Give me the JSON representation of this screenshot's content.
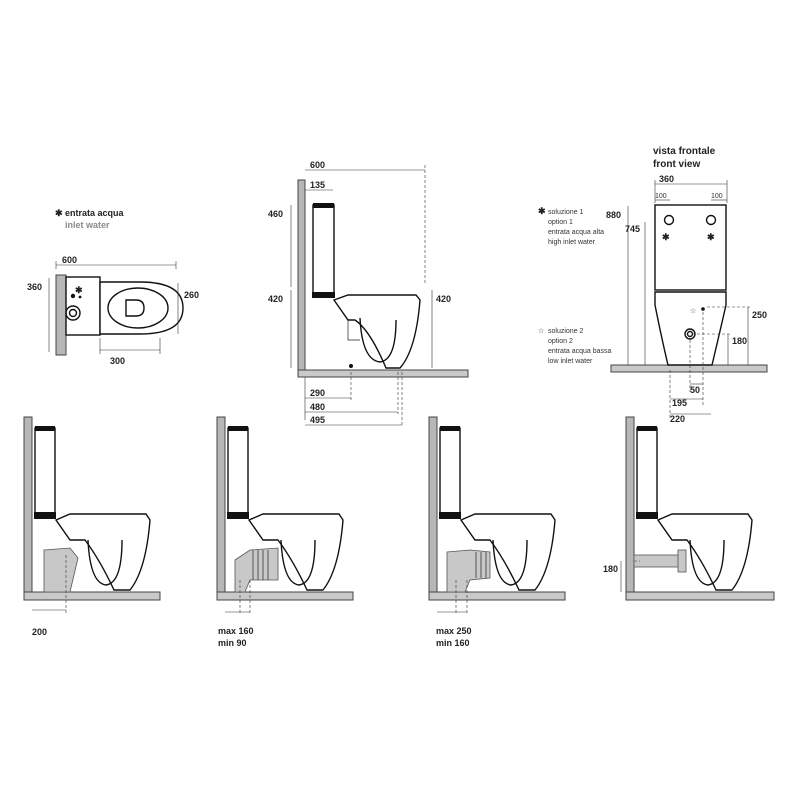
{
  "legend": {
    "inlet_it": "entrata acqua",
    "inlet_en": "inlet water"
  },
  "plan": {
    "dim_width": "600",
    "dim_depth": "360",
    "dim_bowl": "260",
    "dim_offset": "300"
  },
  "side": {
    "dim_600": "600",
    "dim_135": "135",
    "dim_460": "460",
    "dim_420_left": "420",
    "dim_420_right": "420",
    "dim_290": "290",
    "dim_480": "480",
    "dim_495": "495"
  },
  "front": {
    "title_it": "vista frontale",
    "title_en": "front view",
    "dim_360": "360",
    "dim_100_left": "100",
    "dim_100_right": "100",
    "dim_880": "880",
    "dim_745": "745",
    "dim_250": "250",
    "dim_180": "180",
    "dim_50": "50",
    "dim_195": "195",
    "dim_220": "220",
    "option1": [
      "soluzione 1",
      "option 1",
      "entrata acqua alta",
      "high inlet water"
    ],
    "option2": [
      "soluzione 2",
      "option 2",
      "entrata acqua bassa",
      "low inlet water"
    ]
  },
  "installs": [
    {
      "dim": "200"
    },
    {
      "max": "max 160",
      "min": "min  90"
    },
    {
      "max": "max 250",
      "min": "min  160"
    },
    {
      "dim": "180"
    }
  ],
  "colors": {
    "wall": "#b7b7b7",
    "floor": "#c9c9c9",
    "ink": "#111111"
  }
}
